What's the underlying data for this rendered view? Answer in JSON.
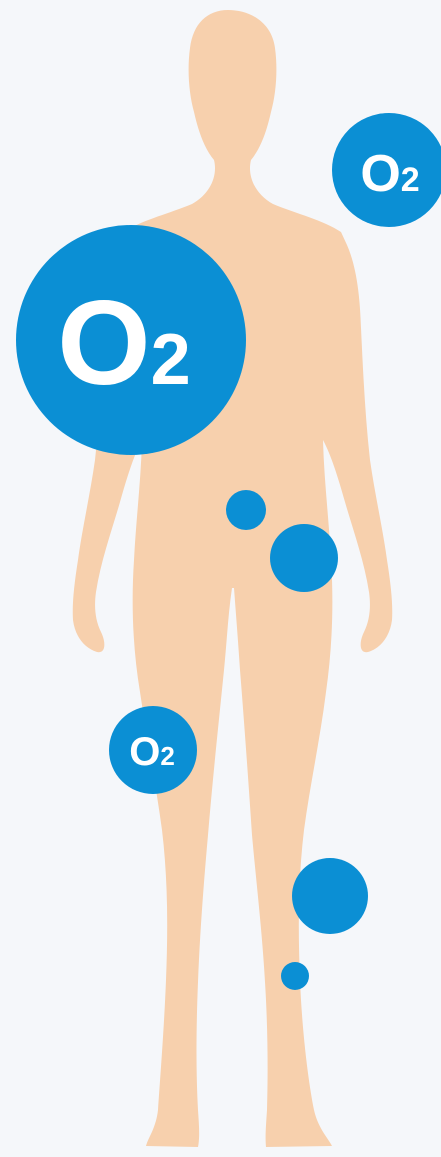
{
  "colors": {
    "background": "#f5f7fa",
    "body_silhouette": "#f7d0ad",
    "bubble": "#0b8fd4",
    "label": "#ffffff"
  },
  "icons": [
    "human-body-silhouette",
    "oxygen-molecule-icon"
  ],
  "bubbles": [
    {
      "name": "o2-bubble-top-right",
      "label_main": "O",
      "label_sub": "2"
    },
    {
      "name": "o2-bubble-large",
      "label_main": "O",
      "label_sub": "2"
    },
    {
      "name": "o2-bubble-small",
      "label_main": "O",
      "label_sub": "2"
    },
    {
      "name": "plain-bubble-1",
      "label_main": "",
      "label_sub": ""
    },
    {
      "name": "plain-bubble-2",
      "label_main": "",
      "label_sub": ""
    },
    {
      "name": "plain-bubble-3",
      "label_main": "",
      "label_sub": ""
    },
    {
      "name": "plain-bubble-4",
      "label_main": "",
      "label_sub": ""
    }
  ]
}
